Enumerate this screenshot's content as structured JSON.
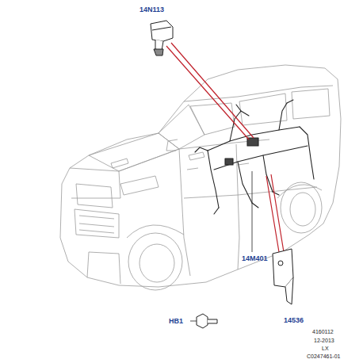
{
  "diagram": {
    "labels": [
      "14N113",
      "14M401",
      "HB1",
      "14536",
      "4160112",
      "12-2013",
      "LX",
      "C0247461-01"
    ]
  }
}
